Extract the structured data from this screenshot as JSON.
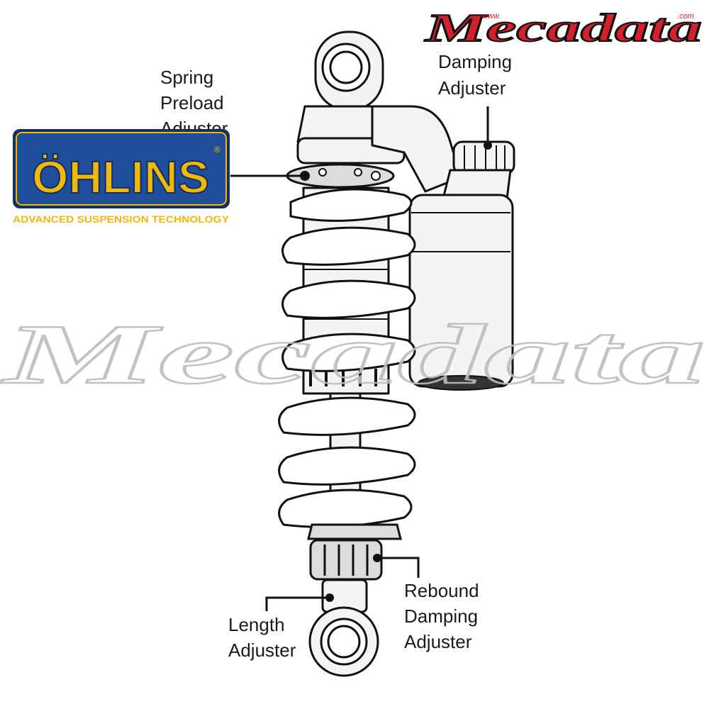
{
  "brand": {
    "logo_text": "ÖHLINS",
    "tagline": "ADVANCED SUSPENSION TECHNOLOGY",
    "registered_mark": "®",
    "colors": {
      "blue": "#1f4e9a",
      "gold": "#f2b707",
      "frame": "#0f2f66"
    }
  },
  "watermark": {
    "badge_text": "Mecadata",
    "badge_small_top": "www.",
    "badge_small_right": ".com",
    "overlay_text": "Mecadata",
    "colors": {
      "badge_red": "#d4202a",
      "badge_outline": "#111111",
      "overlay": "#bdbdbd"
    }
  },
  "labels": {
    "preload": [
      "Spring",
      "Preload",
      "Adjuster"
    ],
    "compression": [
      "Damping",
      "Adjuster"
    ],
    "rebound": [
      "Rebound",
      "Damping",
      "Adjuster"
    ],
    "length": [
      "Length",
      "Adjuster"
    ]
  }
}
